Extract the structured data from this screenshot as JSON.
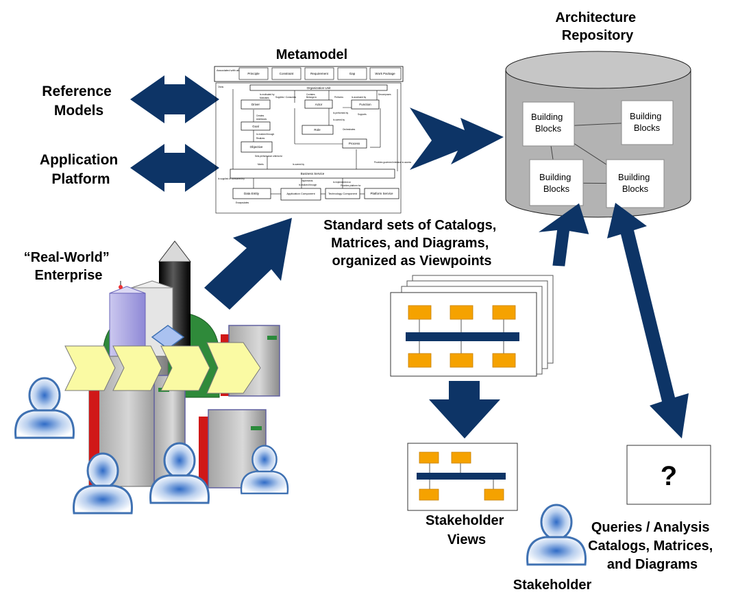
{
  "labels": {
    "architecture_repository": [
      "Architecture",
      "Repository"
    ],
    "metamodel": "Metamodel",
    "reference_models": [
      "Reference",
      "Models"
    ],
    "application_platform": [
      "Application",
      "Platform"
    ],
    "real_world_enterprise": [
      "“Real-World”",
      "Enterprise"
    ],
    "standard_sets": [
      "Standard sets of Catalogs,",
      "Matrices, and Diagrams,",
      "organized as Viewpoints"
    ],
    "stakeholder_views": [
      "Stakeholder",
      "Views"
    ],
    "stakeholder": "Stakeholder",
    "queries": [
      "Queries / Analysis",
      "Catalogs, Matrices,",
      "and Diagrams"
    ],
    "query_symbol": "?"
  },
  "repository": {
    "building_blocks": [
      [
        "Building",
        "Blocks"
      ],
      [
        "Building",
        "Blocks"
      ],
      [
        "Building",
        "Blocks"
      ],
      [
        "Building",
        "Blocks"
      ]
    ]
  },
  "metamodel": {
    "header": [
      "Principle",
      "Constraint",
      "Requirement",
      "Gap",
      "Work Package"
    ],
    "header_note": "Associated with all Objects",
    "organization_unit": "Organization Unit",
    "boxes": [
      "Driver",
      "Goal",
      "Objective",
      "Actor",
      "Role",
      "Function",
      "Process",
      "Business Service",
      "Data Entity",
      "Application Component",
      "Technology Component",
      "Platform Service"
    ],
    "relations": [
      "Is motivated by",
      "Motivates",
      "Creates",
      "Addresses",
      "Is realized through",
      "Realizes",
      "Sets performance criteria for",
      "Meets",
      "Supplies / Consumes",
      "Contains",
      "Belongs to",
      "Performs",
      "Is accessed by",
      "Decomposes",
      "Is performed by",
      "Is owned by",
      "Provides governed interface to access",
      "Supports",
      "Is implemented on",
      "Is realized through",
      "Implements",
      "Provides platform for",
      "Encapsulates",
      "Is supplied or consumed by",
      "Orchestrates",
      "Is owned by",
      "Owns"
    ]
  },
  "colors": {
    "navy": "#0d3466",
    "orange": "#f5a200",
    "cylinder": "#b3b3b3",
    "chevron": "#fafaa3",
    "person_outline": "#3f71b2"
  }
}
